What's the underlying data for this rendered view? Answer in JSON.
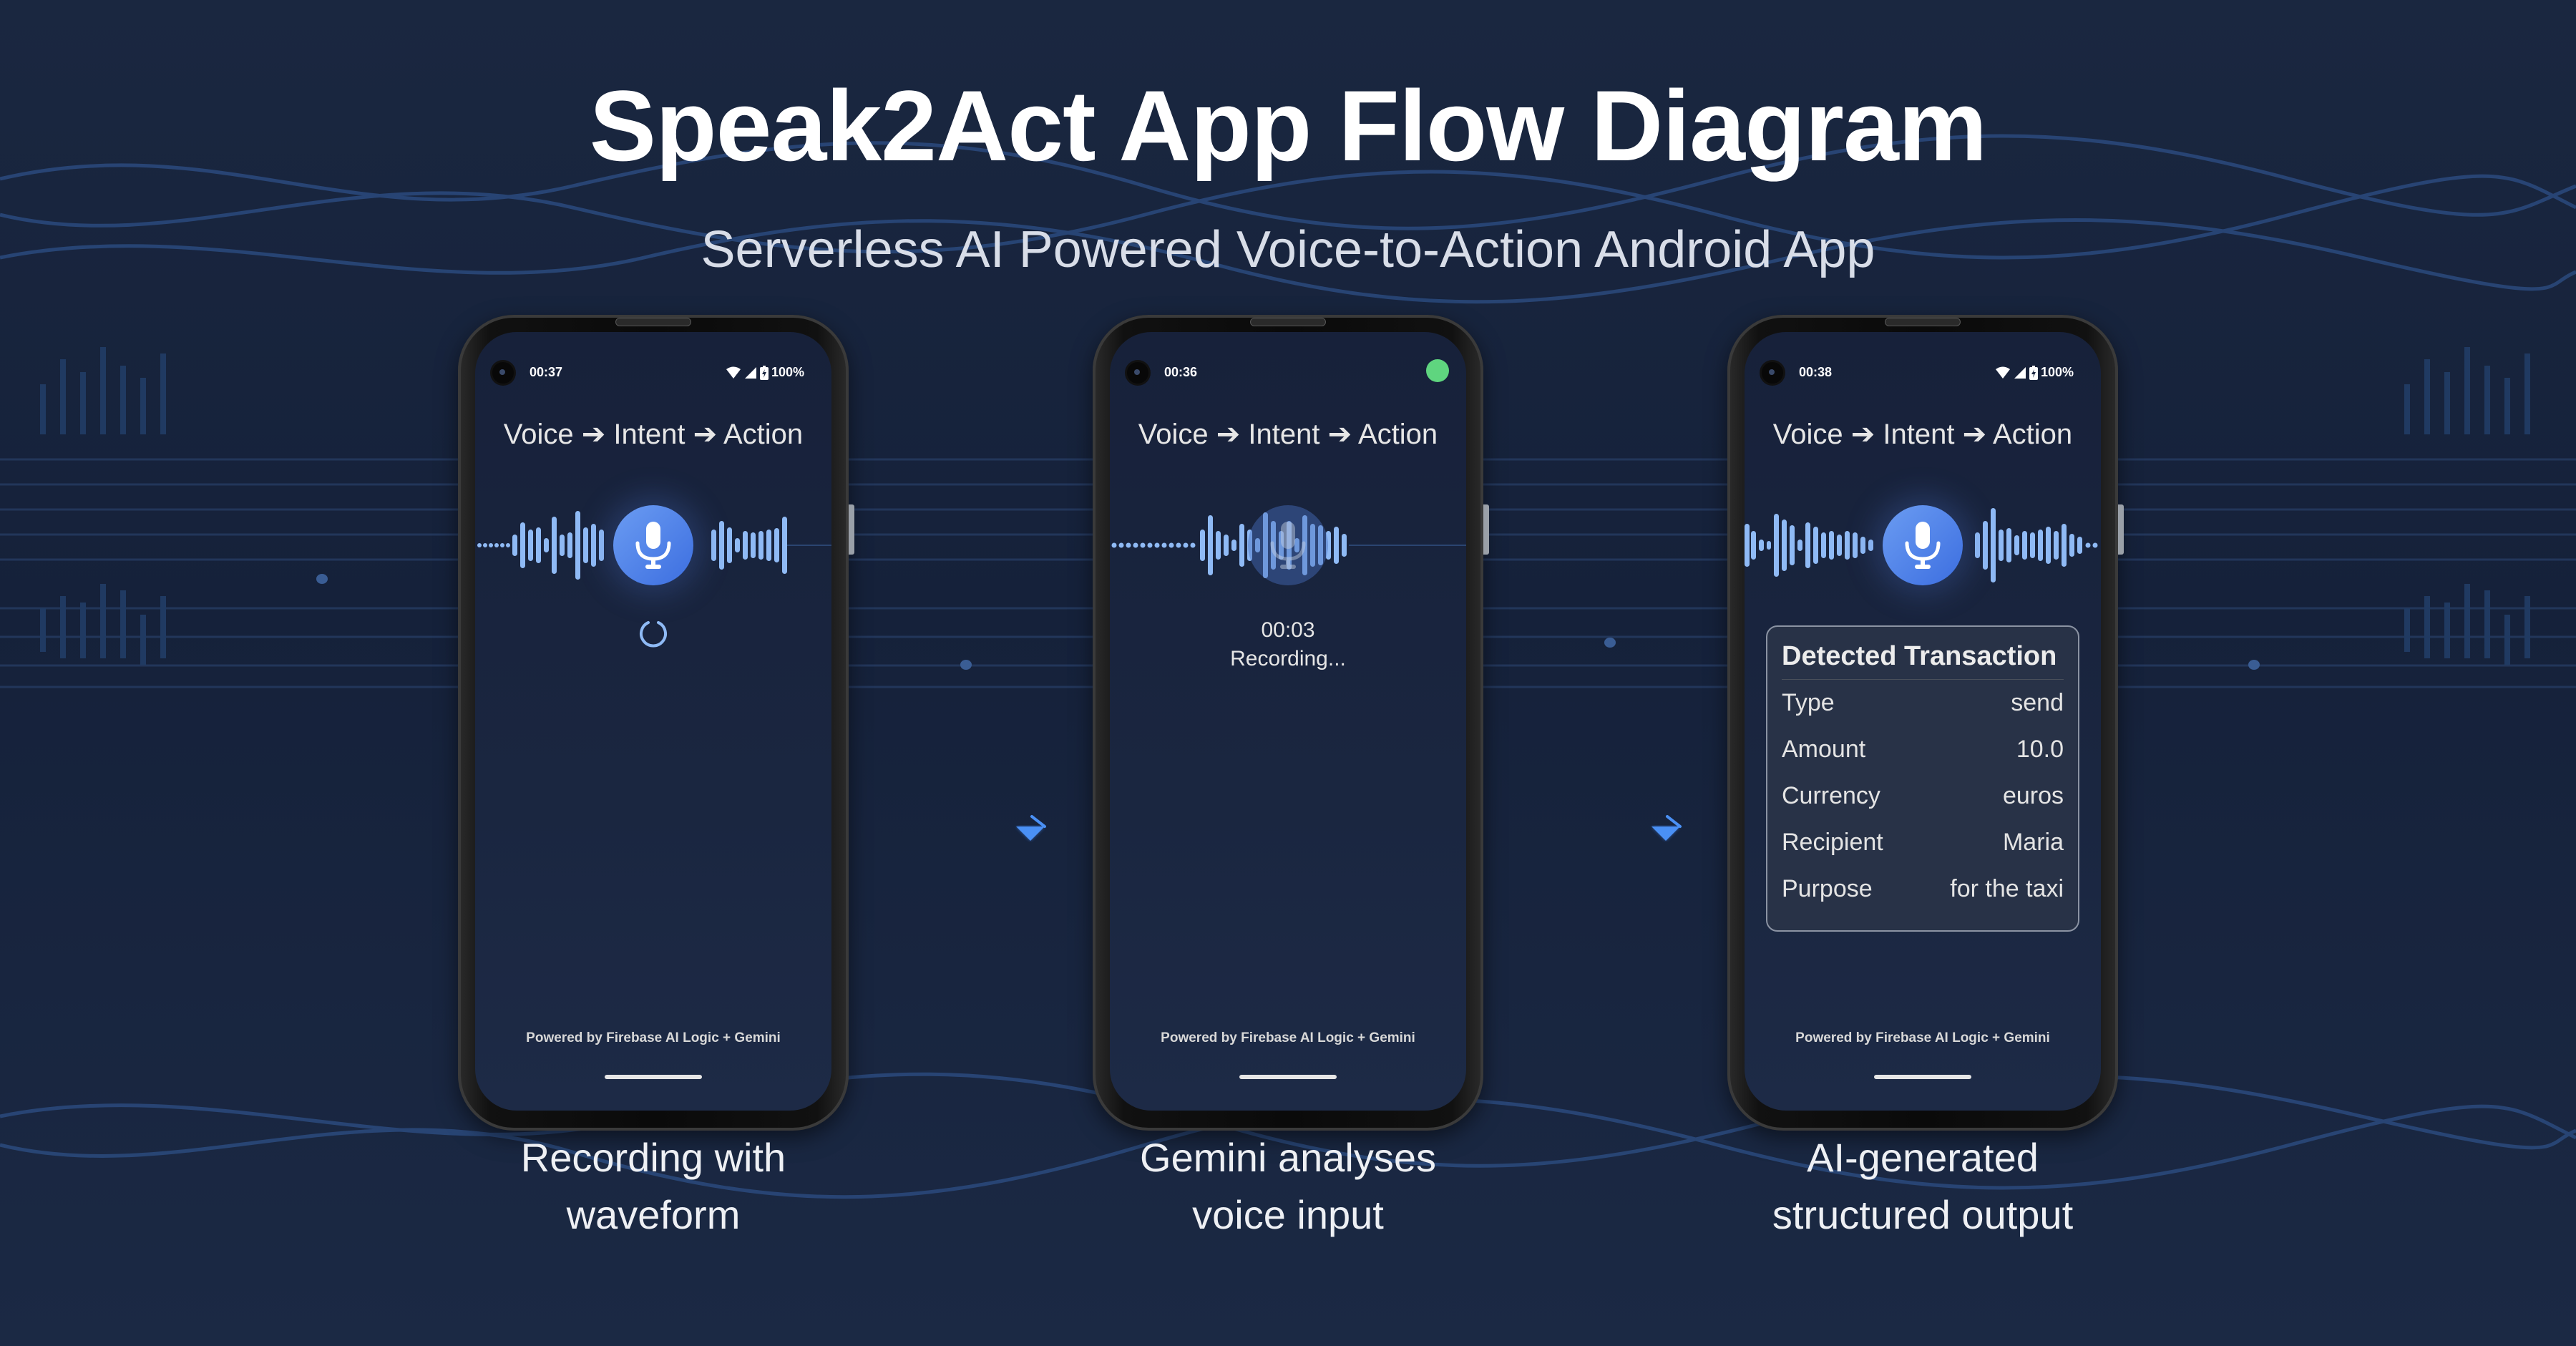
{
  "title": "Speak2Act App Flow Diagram",
  "subtitle": "Serverless AI Powered Voice-to-Action Android App",
  "colors": {
    "background": "#17233b",
    "accent_blue": "#4a7fe6",
    "waveform": "#8fbaf5",
    "recording_dot": "#5fd57f",
    "card_bg": "#283247"
  },
  "phones": [
    {
      "status": {
        "time": "00:37",
        "battery": "100%",
        "icons": [
          "wifi-icon",
          "signal-icon",
          "battery-charging-icon"
        ]
      },
      "heading": "Voice ➔ Intent ➔ Action",
      "state": "loading",
      "footer": "Powered by Firebase AI Logic + Gemini",
      "caption": [
        "Recording with",
        "waveform"
      ]
    },
    {
      "status": {
        "time": "00:36",
        "indicator": "recording-green-dot"
      },
      "heading": "Voice ➔ Intent ➔ Action",
      "state": "recording",
      "timer": "00:03",
      "recording_label": "Recording...",
      "footer": "Powered by Firebase AI Logic + Gemini",
      "caption": [
        "Gemini analyses",
        "voice input"
      ]
    },
    {
      "status": {
        "time": "00:38",
        "battery": "100%",
        "icons": [
          "wifi-icon",
          "signal-icon",
          "battery-charging-icon"
        ]
      },
      "heading": "Voice ➔ Intent ➔ Action",
      "state": "result",
      "card": {
        "title": "Detected Transaction",
        "rows": [
          {
            "label": "Type",
            "value": "send"
          },
          {
            "label": "Amount",
            "value": "10.0"
          },
          {
            "label": "Currency",
            "value": "euros"
          },
          {
            "label": "Recipient",
            "value": "Maria"
          },
          {
            "label": "Purpose",
            "value": "for the taxi"
          }
        ]
      },
      "footer": "Powered by Firebase AI Logic + Gemini",
      "caption": [
        "AI-generated",
        "structured output"
      ]
    }
  ],
  "flow_arrows": [
    "arrow-right-icon",
    "arrow-right-icon"
  ]
}
